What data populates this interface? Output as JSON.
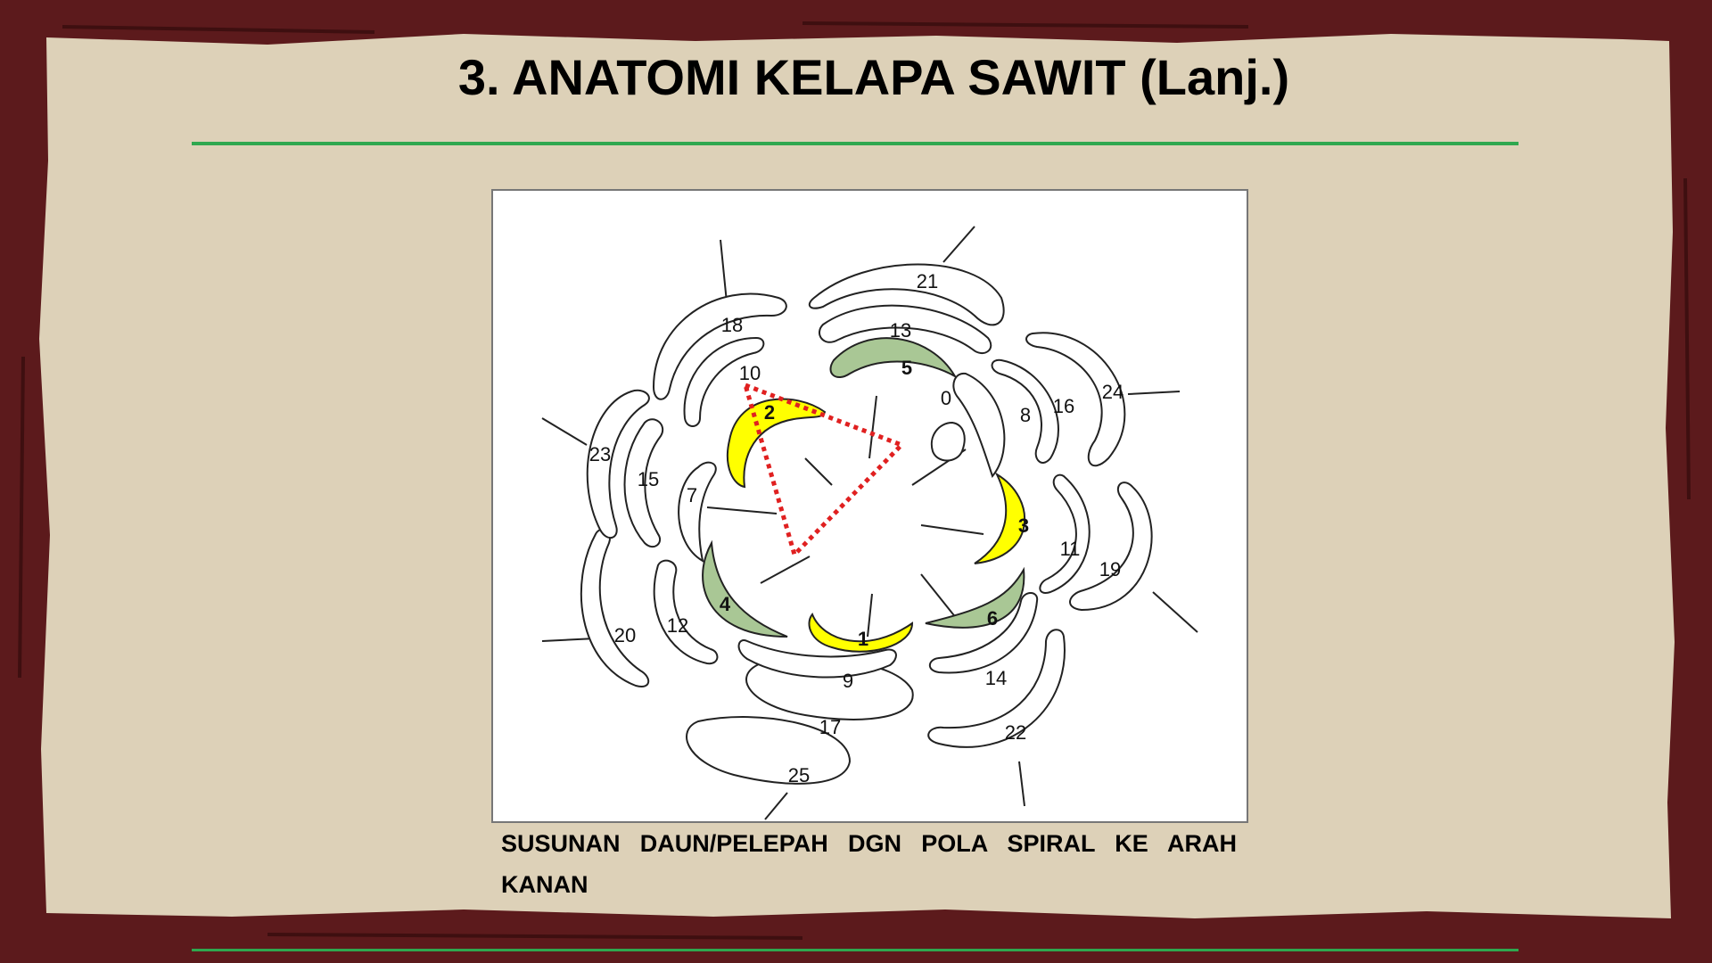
{
  "slide": {
    "title": "3. ANATOMI KELAPA SAWIT (Lanj.)",
    "caption": "SUSUNAN DAUN/PELEPAH DGN POLA SPIRAL KE ARAH KANAN"
  },
  "diagram": {
    "leaf_labels": {
      "l0": "0",
      "l1": "1",
      "l2": "2",
      "l3": "3",
      "l4": "4",
      "l5": "5",
      "l6": "6",
      "l7": "7",
      "l8": "8",
      "l9": "9",
      "l10": "10",
      "l11": "11",
      "l12": "12",
      "l13": "13",
      "l14": "14",
      "l15": "15",
      "l16": "16",
      "l17": "17",
      "l18": "18",
      "l19": "19",
      "l20": "20",
      "l21": "21",
      "l22": "22",
      "l23": "23",
      "l24": "24",
      "l25": "25"
    },
    "colors": {
      "frame": "#5c1a1c",
      "background": "#ddd1b8",
      "rule": "#2fa84f",
      "highlight_yellow": "#ffff00",
      "highlight_green": "#a9c795",
      "triangle": "#e02020"
    }
  }
}
